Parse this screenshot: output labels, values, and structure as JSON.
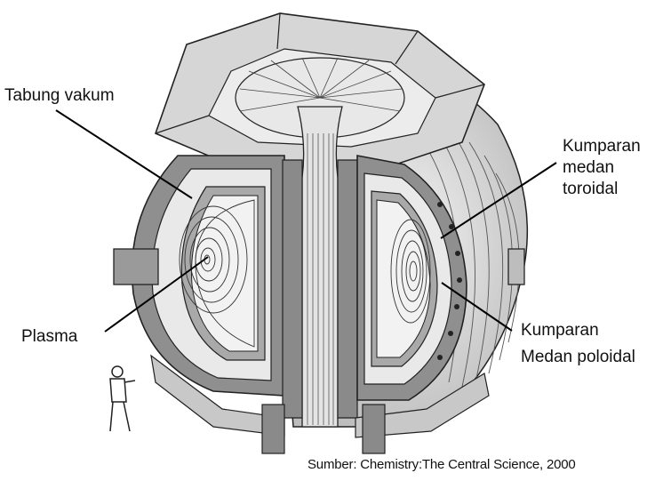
{
  "labels": {
    "tabung_vakum": "Tabung vakum",
    "kumparan_toroidal_line1": "Kumparan",
    "kumparan_toroidal_line2": "medan",
    "kumparan_toroidal_line3": "toroidal",
    "plasma": "Plasma",
    "kumparan_poloidal_line1": "Kumparan",
    "kumparan_poloidal_line2": "Medan poloidal"
  },
  "source": "Sumber: Chemistry:The Central Science, 2000"
}
